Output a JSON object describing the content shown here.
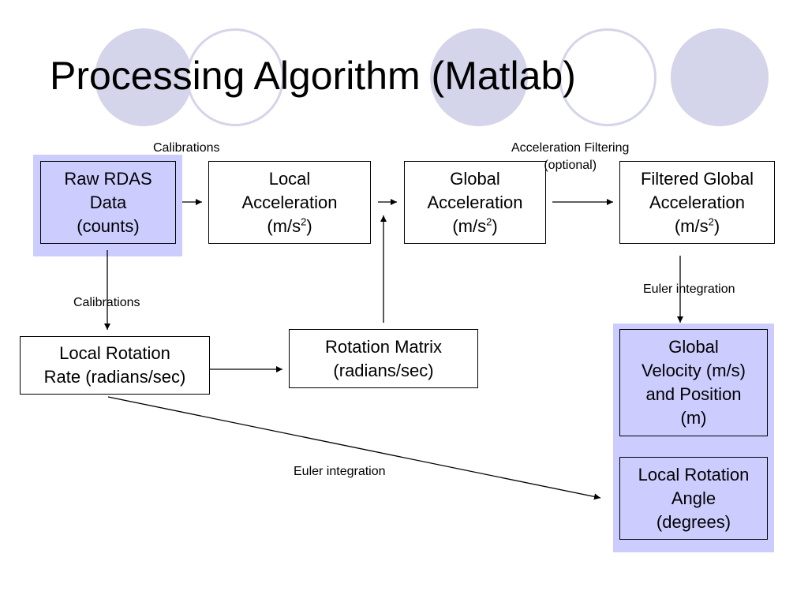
{
  "slide": {
    "title": "Processing Algorithm (Matlab)"
  },
  "boxes": {
    "raw_rdas": {
      "line1": "Raw RDAS",
      "line2": "Data",
      "line3": "(counts)"
    },
    "local_accel": {
      "line1": "Local",
      "line2": "Acceleration",
      "unit_pre": "(m/s",
      "unit_sup": "2",
      "unit_post": ")"
    },
    "global_accel": {
      "line1": "Global",
      "line2": "Acceleration",
      "unit_pre": "(m/s",
      "unit_sup": "2",
      "unit_post": ")"
    },
    "filtered_accel": {
      "line1": "Filtered Global",
      "line2": "Acceleration",
      "unit_pre": "(m/s",
      "unit_sup": "2",
      "unit_post": ")"
    },
    "local_rotation_rate": {
      "line1": "Local Rotation",
      "line2": "Rate (radians/sec)"
    },
    "rotation_matrix": {
      "line1": "Rotation Matrix",
      "line2": "(radians/sec)"
    },
    "global_velocity": {
      "line1": "Global",
      "line2": "Velocity (m/s)",
      "line3": "and Position",
      "line4": "(m)"
    },
    "local_rotation_angle": {
      "line1": "Local Rotation",
      "line2": "Angle",
      "line3": "(degrees)"
    }
  },
  "labels": {
    "calibrations_top": "Calibrations",
    "calibrations_left": "Calibrations",
    "accel_filtering_line1": "Acceleration Filtering",
    "accel_filtering_line2": "(optional)",
    "euler_right": "Euler integration",
    "euler_bottom": "Euler integration"
  },
  "colors": {
    "decor_fill": "#d4d4ea",
    "highlight": "#ccccff",
    "line": "#000000"
  }
}
